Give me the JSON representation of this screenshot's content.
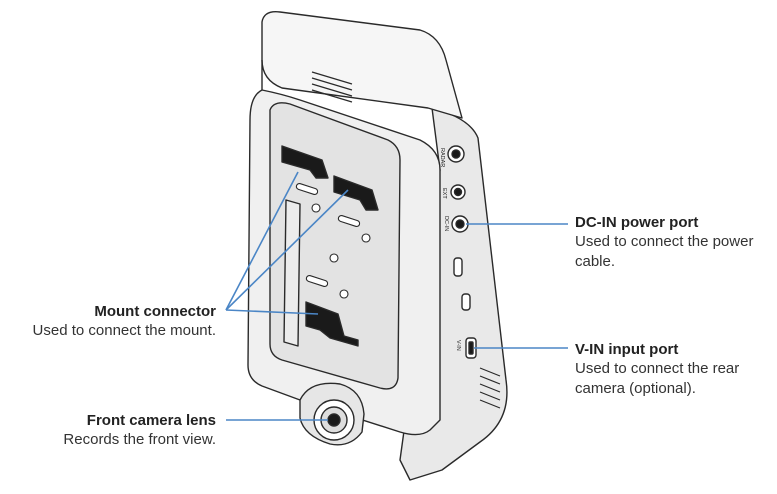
{
  "colors": {
    "leader_line": "#4b86c6",
    "outline": "#2a2a2a",
    "body_fill": "#f2f2f2",
    "recess_fill": "#e3e3e3",
    "connector_fill": "#1a1a1a"
  },
  "device": {
    "port_labels": {
      "radar": "RADAR",
      "ext": "EXT",
      "dc_in": "DC-IN",
      "v_in": "V-IN"
    }
  },
  "callouts": {
    "dc_in": {
      "title": "DC-IN power port",
      "description": "Used to connect the power cable."
    },
    "v_in": {
      "title": "V-IN input port",
      "description": "Used to connect the rear camera (optional)."
    },
    "mount": {
      "title": "Mount connector",
      "description": "Used to connect the mount."
    },
    "lens": {
      "title": "Front camera lens",
      "description": "Records the front view."
    }
  }
}
